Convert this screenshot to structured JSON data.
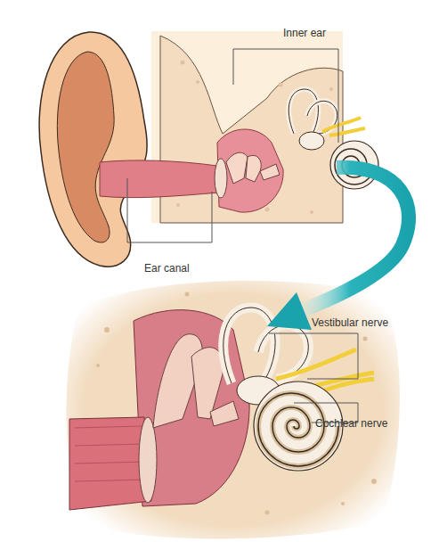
{
  "diagram": {
    "labels": [
      "Inner ear",
      "Ear canal",
      "Vestibular nerve",
      "Cochlear nerve"
    ]
  }
}
